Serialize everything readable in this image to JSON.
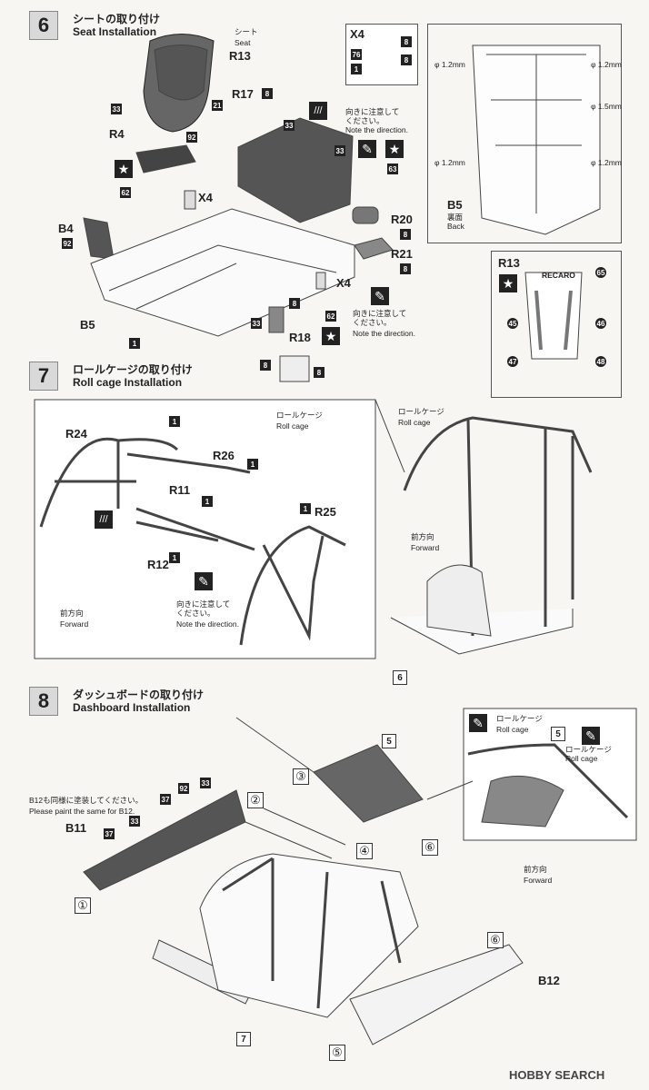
{
  "step6": {
    "number": "6",
    "title_jp": "シートの取り付け",
    "title_en": "Seat Installation",
    "seat_jp": "シート",
    "seat_en": "Seat",
    "parts": {
      "r13": "R13",
      "r17": "R17",
      "r4": "R4",
      "x4": "X4",
      "b4": "B4",
      "b5": "B5",
      "r20": "R20",
      "r21": "R21",
      "r18": "R18",
      "x4b": "X4"
    },
    "colors": {
      "c33": "33",
      "c21": "21",
      "c8": "8",
      "c92": "92",
      "c62": "62",
      "c1": "1",
      "c92b": "92",
      "c8b": "8",
      "c8c": "8",
      "c33b": "33",
      "c63": "63",
      "c8d": "8",
      "c62b": "62",
      "c33c": "33",
      "c33d": "33",
      "c8e": "8",
      "c8f": "8"
    },
    "direction_jp": "向きに注意して\nください。",
    "direction_en": "Note the direction.",
    "direction2_jp": "向きに注意して\nください。",
    "direction2_en": "Note the direction.",
    "x4_box": {
      "title": "X4",
      "c8a": "8",
      "c76": "76",
      "c8b": "8",
      "c1": "1"
    },
    "b5_box": {
      "label": "B5",
      "jp": "裏面",
      "en": "Back",
      "d1": "φ 1.2mm",
      "d2": "φ 1.2mm",
      "d3": "φ 1.5mm",
      "d4": "φ 1.2mm",
      "d5": "φ 1.2mm"
    },
    "r13_box": {
      "label": "R13",
      "brand": "RECARO",
      "c65": "65",
      "c45": "45",
      "c46": "46",
      "c47": "47",
      "c48": "48"
    }
  },
  "step7": {
    "number": "7",
    "title_jp": "ロールケージの取り付け",
    "title_en": "Roll cage Installation",
    "parts": {
      "r24": "R24",
      "r26": "R26",
      "r11": "R11",
      "r25": "R25",
      "r12": "R12"
    },
    "colors": {
      "c1a": "1",
      "c1b": "1",
      "c1c": "1",
      "c1d": "1",
      "c1e": "1"
    },
    "rollcage_jp": "ロールケージ",
    "rollcage_en": "Roll cage",
    "rollcage2_jp": "ロールケージ",
    "rollcage2_en": "Roll cage",
    "forward_jp": "前方向",
    "forward_en": "Forward",
    "forward2_jp": "前方向",
    "forward2_en": "Forward",
    "direction_jp": "向きに注意して\nください。",
    "direction_en": "Note the direction.",
    "ref6": "6"
  },
  "step8": {
    "number": "8",
    "title_jp": "ダッシュボードの取り付け",
    "title_en": "Dashboard Installation",
    "paint_jp": "B12も同様に塗装してください。",
    "paint_en": "Please paint the same for B12.",
    "parts": {
      "b11": "B11",
      "b12": "B12"
    },
    "colors": {
      "c92": "92",
      "c33": "33",
      "c37": "37",
      "c37b": "37",
      "c33b": "33"
    },
    "refs": {
      "s1": "①",
      "s2": "②",
      "s3": "③",
      "s4": "④",
      "s5": "⑤",
      "s6": "⑥",
      "s6b": "⑥"
    },
    "box5": "5",
    "box5b": "5",
    "box7": "7",
    "rollcage_jp": "ロールケージ",
    "rollcage_en": "Roll cage",
    "rollcage2_jp": "ロールケージ",
    "rollcage2_en": "Roll cage",
    "forward_jp": "前方向",
    "forward_en": "Forward"
  },
  "watermark": "HOBBY SEARCH"
}
